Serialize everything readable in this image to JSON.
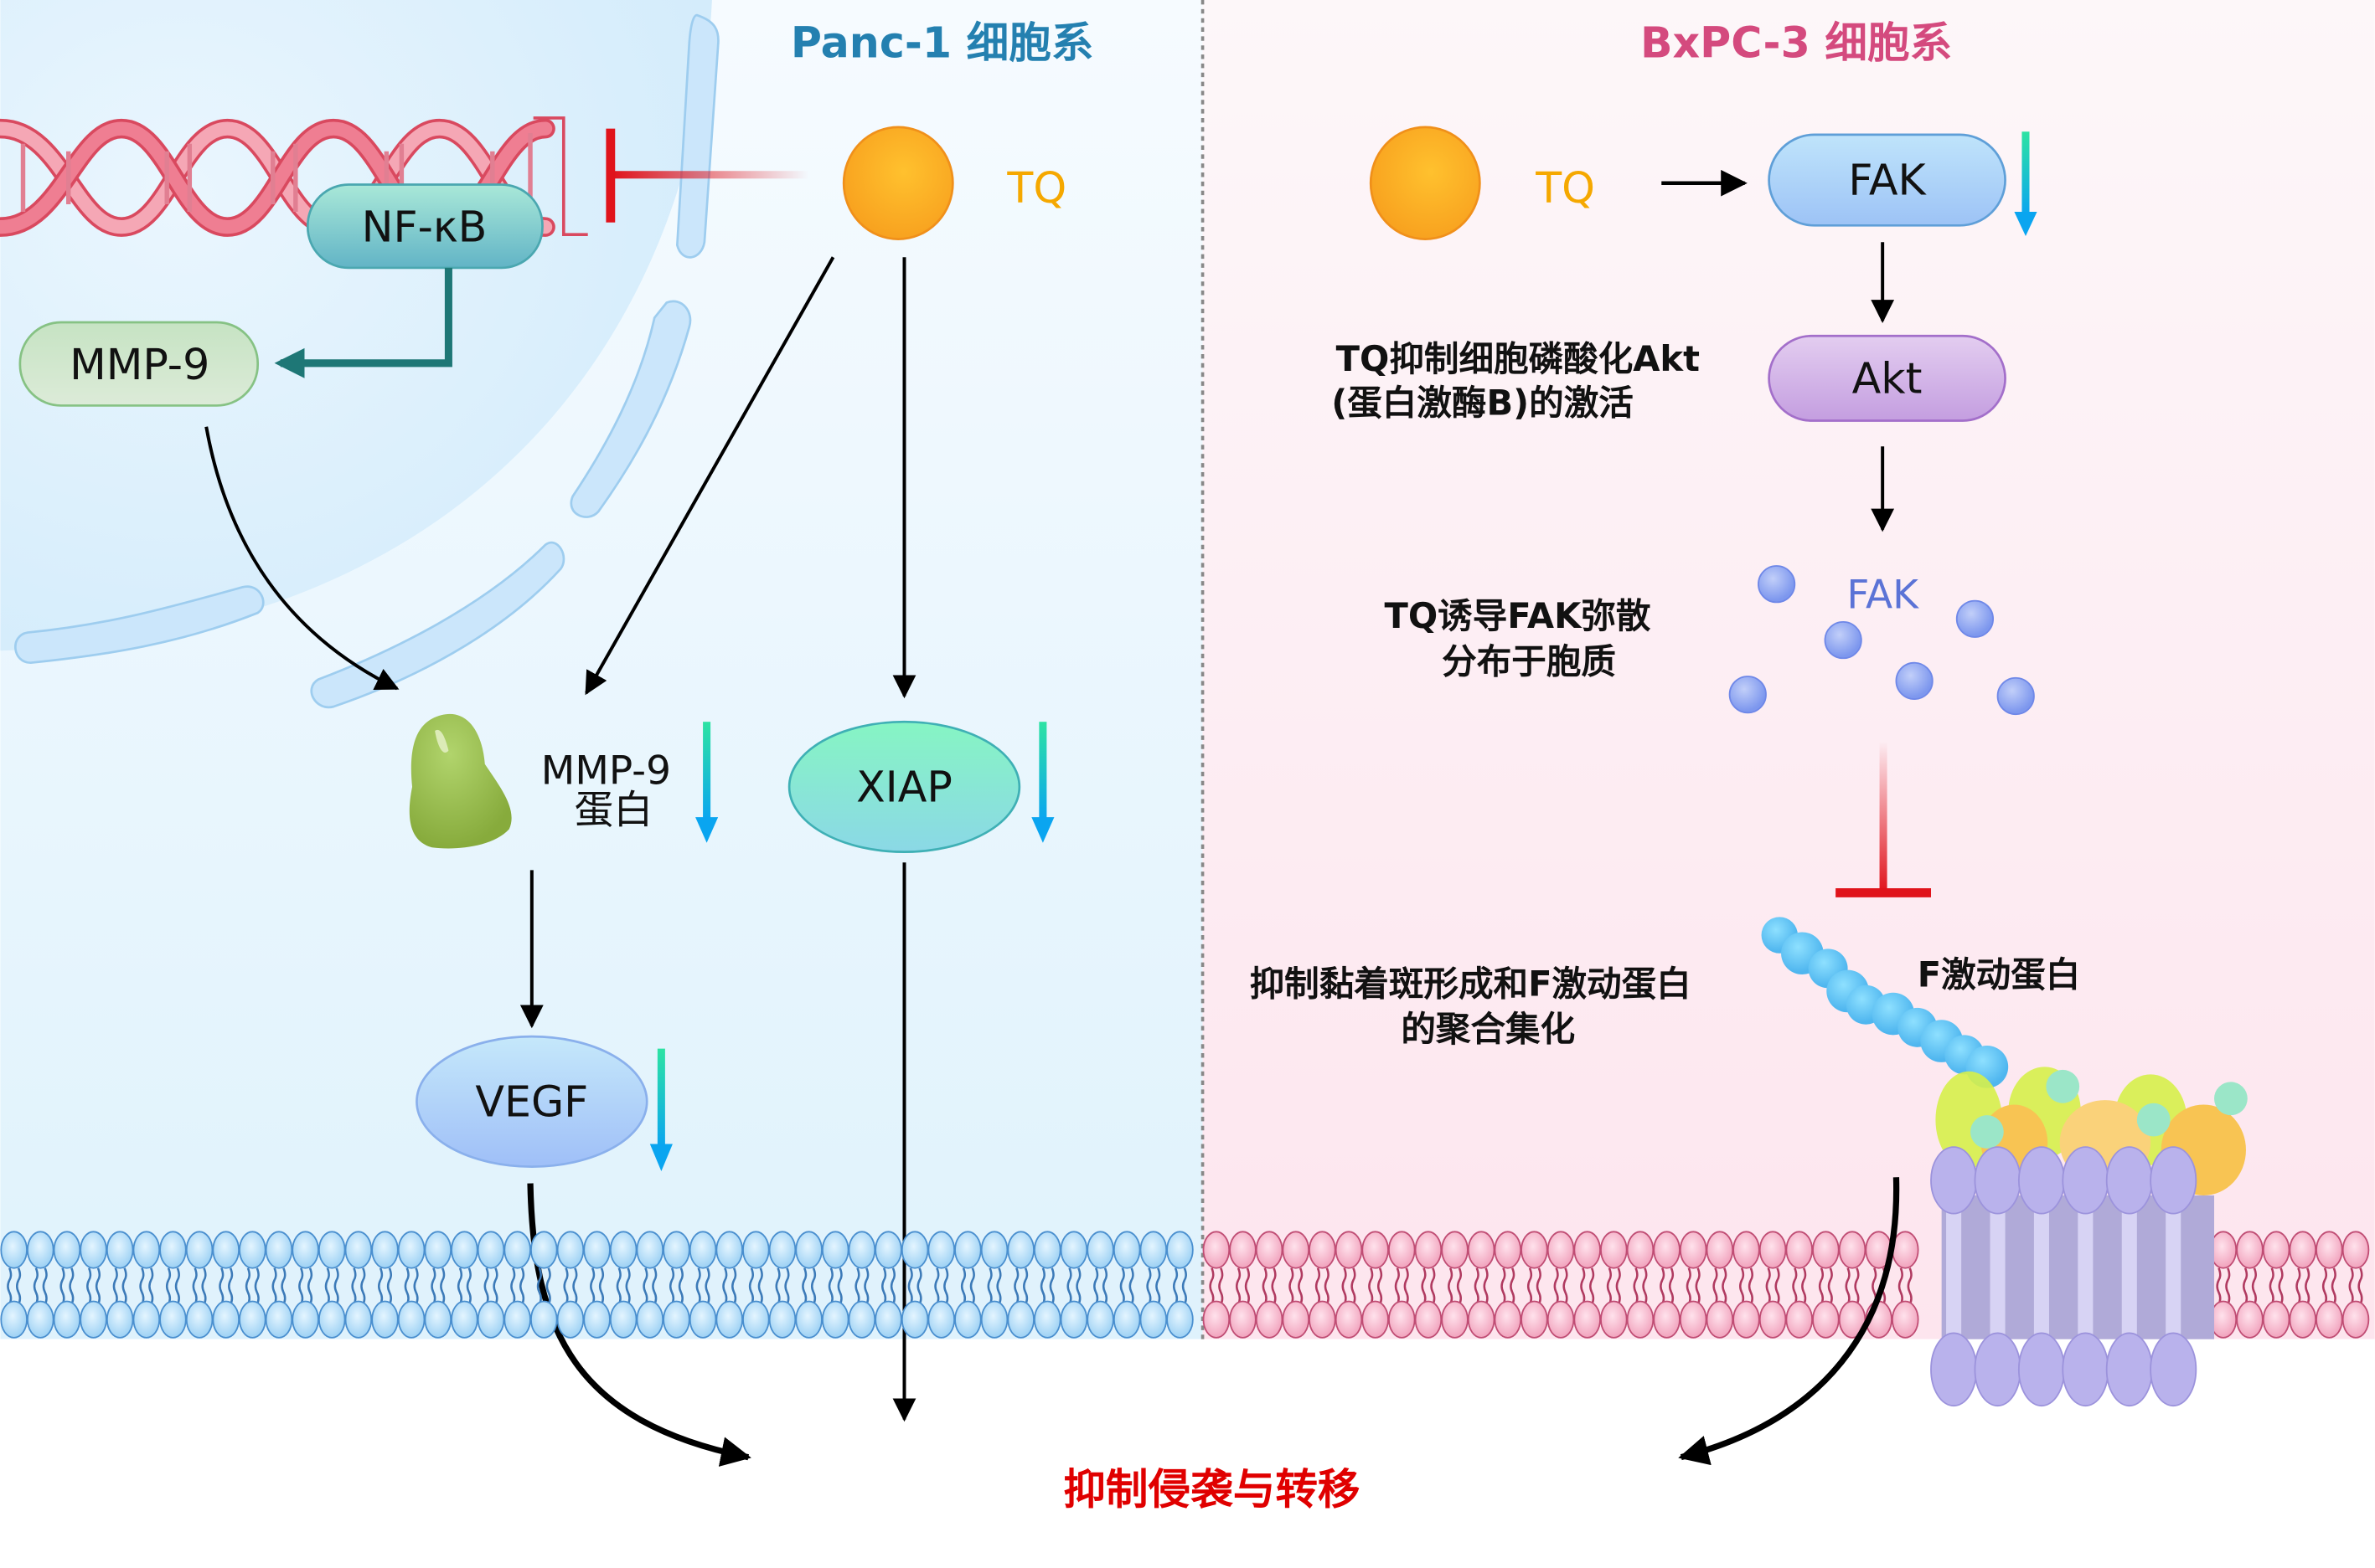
{
  "panels": {
    "left": {
      "title": "Panc-1 细胞系",
      "bg_color": "#e4f4fd",
      "title_color": "#2480b0"
    },
    "right": {
      "title": "BxPC-3  细胞系",
      "bg_color": "#fde8ef",
      "title_color": "#d44a7e"
    }
  },
  "left_pathway": {
    "drug": {
      "label": "TQ",
      "color": "#fbb522"
    },
    "nodes": {
      "nfkb": {
        "label": "NF-κB",
        "color": "#7ccfce"
      },
      "mmp9_gene": {
        "label": "MMP-9",
        "color": "#d3ead0"
      },
      "mmp9_protein_line1": "MMP-9",
      "mmp9_protein_line2": "蛋白",
      "xiap": {
        "label": "XIAP",
        "color": "#86e6cf"
      },
      "vegf": {
        "label": "VEGF",
        "color": "#b8d8f7"
      }
    },
    "dna_icon": "dna-helix-icon",
    "inhibition_color": "#e0131b",
    "activation_color": "#1e7776",
    "down_arrow_icon": "down-arrow-icon"
  },
  "right_pathway": {
    "drug": {
      "label": "TQ",
      "color": "#fbb522"
    },
    "nodes": {
      "fak": {
        "label": "FAK",
        "color": "#a9d3f7"
      },
      "akt": {
        "label": "Akt",
        "color": "#d6b7ea"
      },
      "fak_dispersed": {
        "label": "FAK",
        "color": "#5b73d6"
      },
      "factin": {
        "label": "F激动蛋白"
      }
    },
    "notes": {
      "akt_line1": "TQ抑制细胞磷酸化Akt",
      "akt_line2": "(蛋白激酶B)的激活",
      "fak_line1": "TQ诱导FAK弥散",
      "fak_line2": "分布于胞质",
      "adhesion_line1": "抑制黏着斑形成和F激动蛋白",
      "adhesion_line2": "的聚合集化"
    },
    "inhibition_color": "#e0131b"
  },
  "result": {
    "label": "抑制侵袭与转移",
    "color": "#e00000"
  }
}
